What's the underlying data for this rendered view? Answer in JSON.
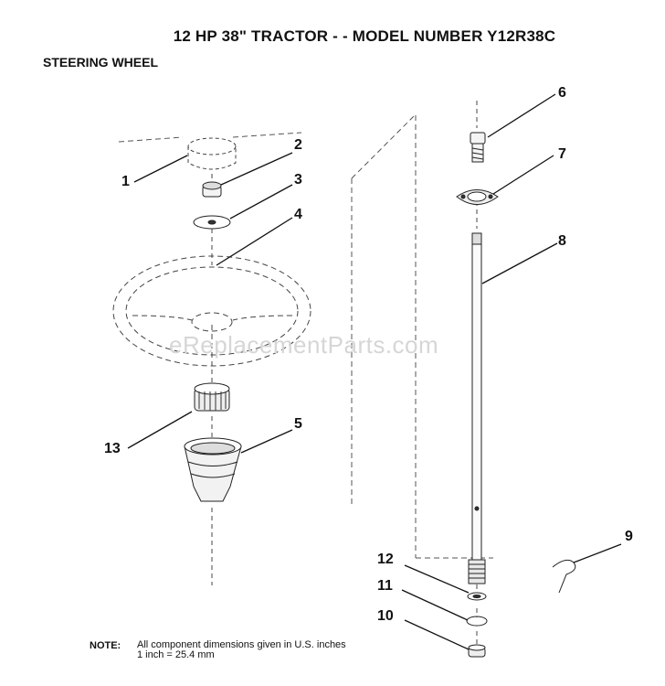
{
  "header": {
    "title": "12 HP 38\" TRACTOR - - MODEL NUMBER Y12R38C",
    "subtitle": "STEERING WHEEL"
  },
  "callouts": [
    "1",
    "2",
    "3",
    "4",
    "5",
    "6",
    "7",
    "8",
    "9",
    "10",
    "11",
    "12",
    "13"
  ],
  "watermark": "eReplacementParts.com",
  "note": {
    "label": "NOTE:",
    "line1": "All component dimensions given in U.S. inches",
    "line2": "1 inch = 25.4 mm"
  }
}
